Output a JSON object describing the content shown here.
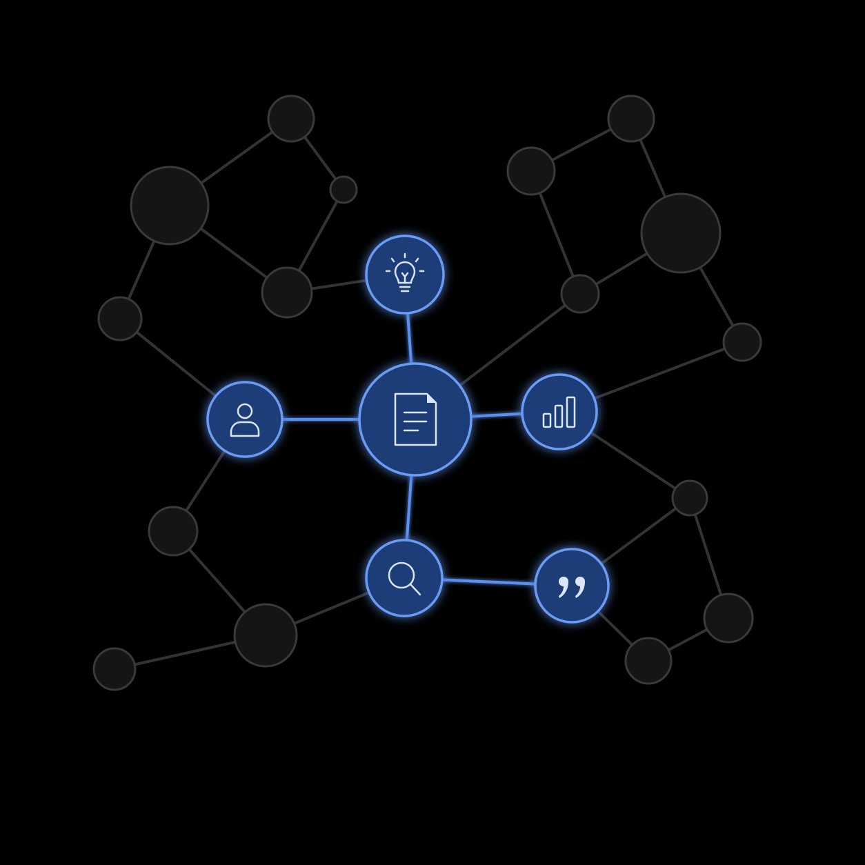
{
  "diagram": {
    "colors": {
      "background": "#000000",
      "dim_node_fill": "#151515",
      "dim_node_stroke": "#3a3a3a",
      "dim_edge": "#333333",
      "accent_node_fill": "#1e3d78",
      "accent_node_stroke": "#6a9cf5",
      "accent_edge": "#5b8ff0",
      "icon": "#dce6fb"
    },
    "highlighted_nodes": [
      {
        "id": "document",
        "icon": "document-icon"
      },
      {
        "id": "idea",
        "icon": "lightbulb-icon"
      },
      {
        "id": "user",
        "icon": "user-icon"
      },
      {
        "id": "analytics",
        "icon": "bar-chart-icon"
      },
      {
        "id": "search",
        "icon": "search-icon"
      },
      {
        "id": "quote",
        "icon": "quote-icon"
      }
    ],
    "highlighted_edges": [
      [
        "document",
        "idea"
      ],
      [
        "document",
        "user"
      ],
      [
        "document",
        "analytics"
      ],
      [
        "document",
        "search"
      ],
      [
        "search",
        "quote"
      ]
    ]
  }
}
